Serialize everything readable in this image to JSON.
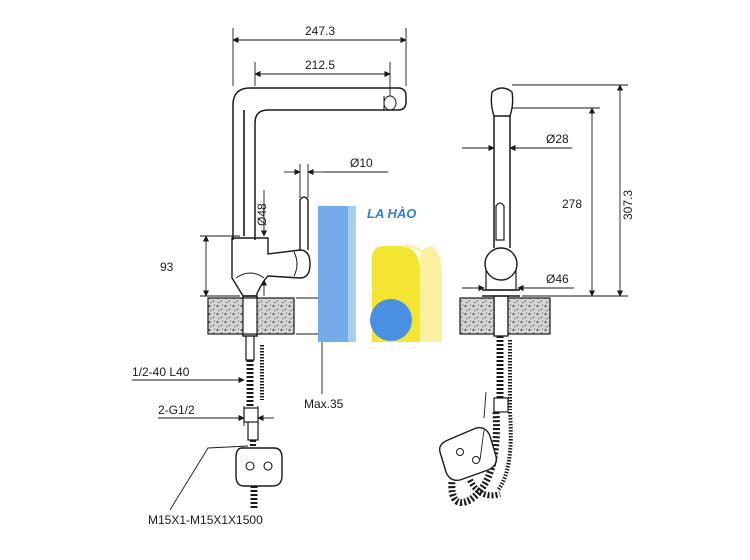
{
  "dimensions": {
    "overall_width": "247.3",
    "spout_reach": "212.5",
    "lever_diameter": "Ø10",
    "body_diameter_side": "Ø48",
    "body_height": "93",
    "inlet_hose": "1/2-40  L40",
    "inlet_thread": "2-G1/2",
    "max_counter_thickness": "Max.35",
    "pullout_hose": "M15X1-M15X1X1500",
    "spout_diameter": "Ø28",
    "spout_height": "278",
    "overall_height": "307.3",
    "base_diameter": "Ø46"
  },
  "logo": {
    "text": "LA HÀO",
    "colors": {
      "blue": "#4a90e2",
      "light_blue": "#a9cdf2",
      "yellow": "#f3e531",
      "pale_yellow": "#faf2a0",
      "text": "#2f7fd8"
    }
  }
}
